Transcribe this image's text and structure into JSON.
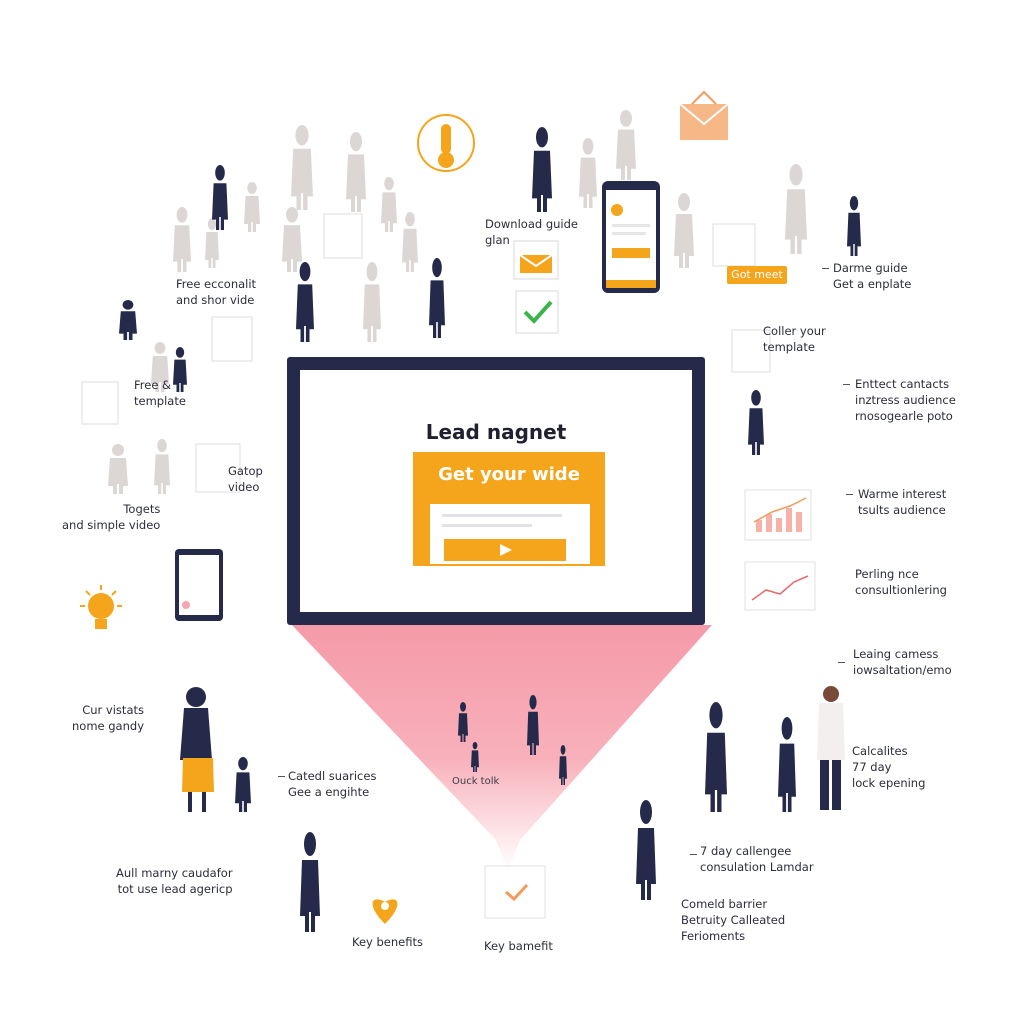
{
  "monitor": {
    "title": "Lead nagnet",
    "cta_title": "Get your wide"
  },
  "chat_bubble": "Got meet",
  "funnel_label": "Ouck tolk",
  "labels_left": [
    {
      "lines": [
        "Free ecconalit",
        "and shor vide"
      ]
    },
    {
      "lines": [
        "Free &",
        "template"
      ]
    },
    {
      "lines": [
        "Gatop",
        "video"
      ]
    },
    {
      "lines": [
        "Togets",
        "and simple video"
      ]
    },
    {
      "lines": [
        "Cur vistats",
        "nome gandy"
      ]
    },
    {
      "lines": [
        "Catedl suarices",
        "Gee a engihte"
      ]
    },
    {
      "lines": [
        "Aull marny caudafor",
        "tot use lead agericp"
      ]
    },
    {
      "lines": [
        "Key benefits"
      ]
    },
    {
      "lines": [
        "Key bamefit"
      ]
    }
  ],
  "labels_right": [
    {
      "lines": [
        "Download guide",
        "glan"
      ]
    },
    {
      "lines": [
        "Darme guide",
        "Get a enplate"
      ]
    },
    {
      "lines": [
        "Coller your",
        "template"
      ]
    },
    {
      "lines": [
        "Enttect cantacts",
        "inztress audience",
        "rnosogearle poto"
      ]
    },
    {
      "lines": [
        "Warme interest",
        "tsults audience"
      ]
    },
    {
      "lines": [
        "Perling nce",
        "consultionlering"
      ]
    },
    {
      "lines": [
        "Leaing camess",
        "iowsaltation/emo"
      ]
    },
    {
      "lines": [
        "Calcalites",
        "77 day",
        "lock epening"
      ]
    },
    {
      "lines": [
        "7 day callengee",
        "consulation Lamdar"
      ]
    },
    {
      "lines": [
        "Comeld barrier",
        "Betruity Calleated",
        "Ferioments"
      ]
    }
  ],
  "colors": {
    "navy": "#262a4a",
    "orange": "#f4a51c",
    "pink": "#f7a6b0",
    "grey_people": "#d9d3d2"
  },
  "icons": [
    "thermometer-icon",
    "envelope-icon",
    "lightbulb-icon",
    "heart-pin-icon",
    "checkmark-icon",
    "phone-icon",
    "chart-icon",
    "document-icon"
  ]
}
